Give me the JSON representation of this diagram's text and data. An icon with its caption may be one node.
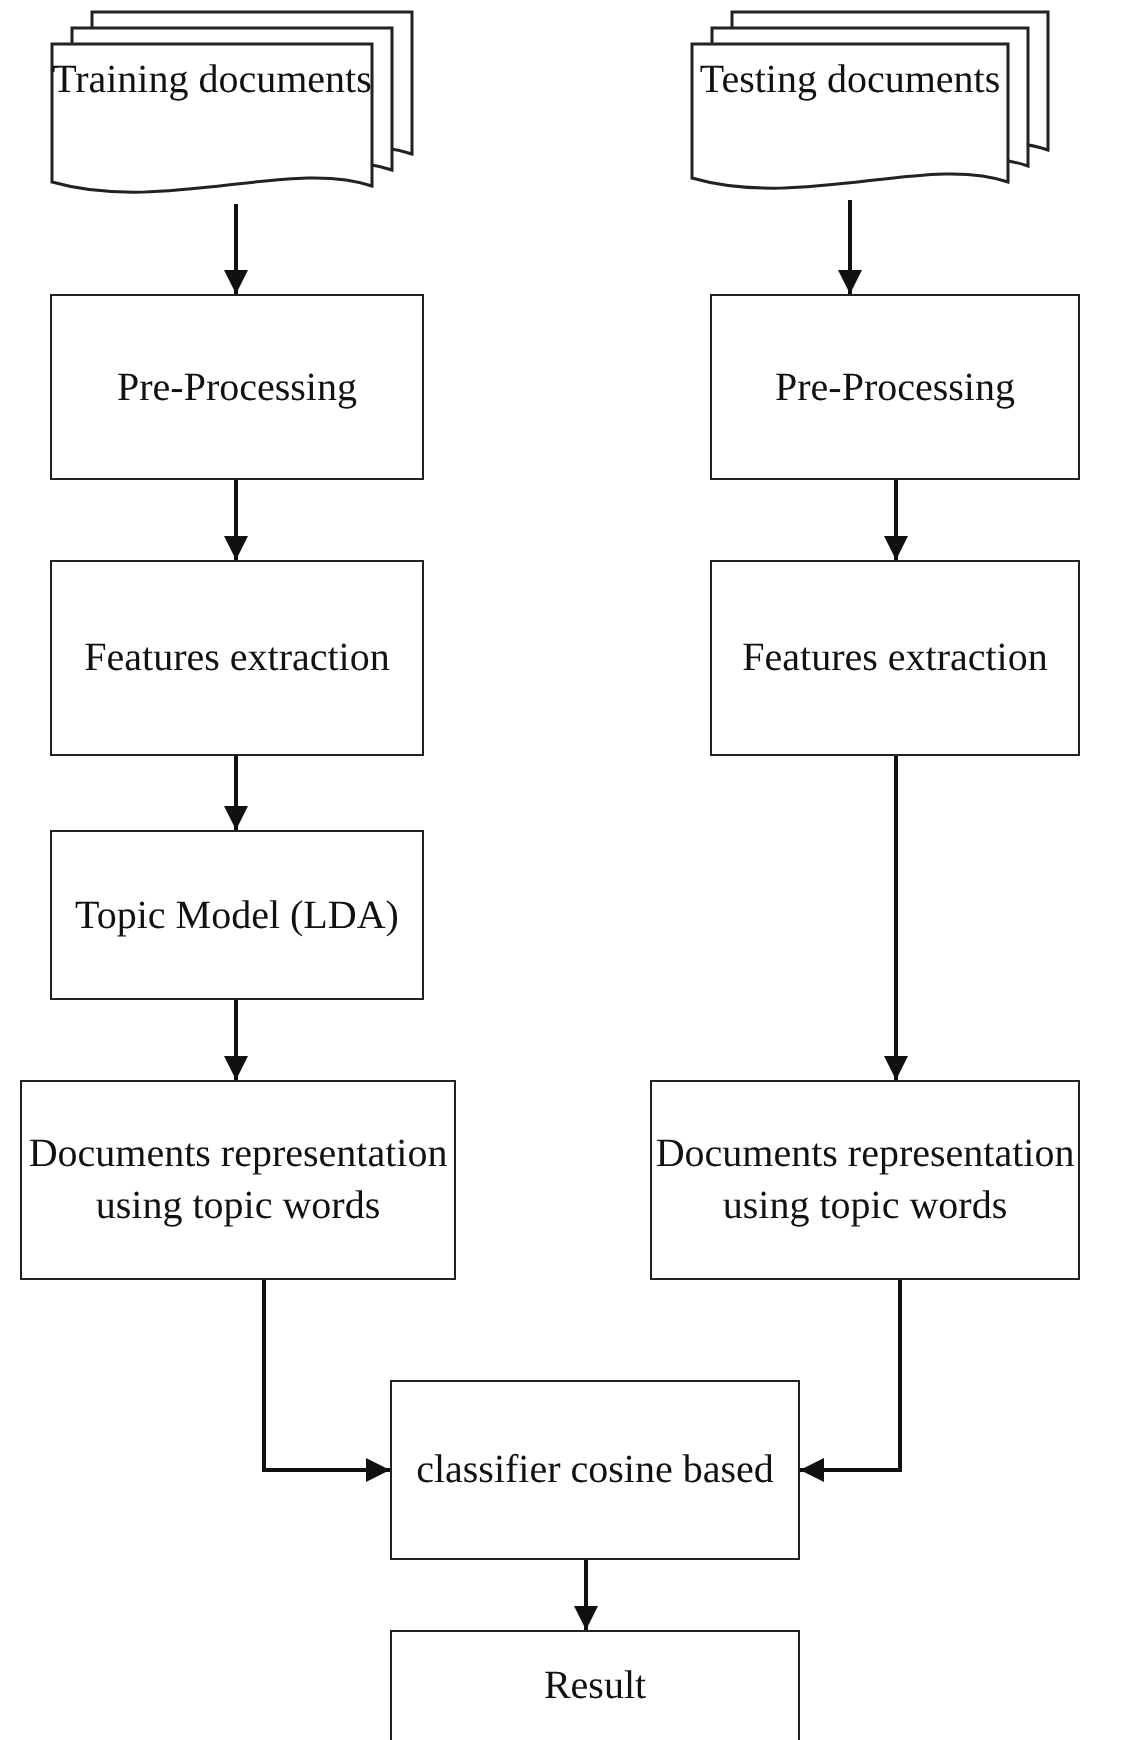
{
  "diagram": {
    "nodes": [
      {
        "text": [
          "Training documents"
        ]
      },
      {
        "text": [
          "Pre-Processing"
        ]
      },
      {
        "text": [
          "Features extraction"
        ]
      },
      {
        "text": [
          "Topic Model (LDA)"
        ]
      },
      {
        "text": [
          "Documents representation using topic words"
        ]
      },
      {
        "text": [
          "Testing documents"
        ]
      },
      {
        "text": [
          "Pre-Processing"
        ]
      },
      {
        "text": [
          "Features extraction"
        ]
      },
      {
        "text": [
          "Documents representation using topic words"
        ]
      },
      {
        "text": [
          "classifier cosine based"
        ]
      },
      {
        "text": [
          "Result"
        ]
      }
    ],
    "edges": [
      {
        "from": 0,
        "to": 1,
        "arrow": "to"
      },
      {
        "from": 1,
        "to": 2,
        "arrow": "to"
      },
      {
        "from": 2,
        "to": 3,
        "arrow": "to"
      },
      {
        "from": 3,
        "to": 4,
        "arrow": "to"
      },
      {
        "from": 5,
        "to": 6,
        "arrow": "to"
      },
      {
        "from": 6,
        "to": 7,
        "arrow": "to"
      },
      {
        "from": 7,
        "to": 8,
        "arrow": "to"
      },
      {
        "from": 4,
        "to": 9,
        "arrow": "to"
      },
      {
        "from": 8,
        "to": 9,
        "arrow": "to"
      },
      {
        "from": 9,
        "to": 10,
        "arrow": "to"
      }
    ]
  }
}
